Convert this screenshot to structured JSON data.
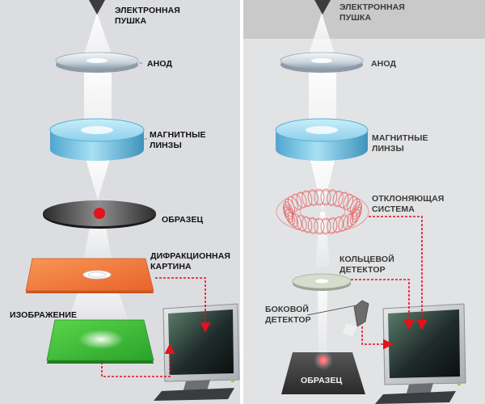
{
  "left_panel": {
    "labels": {
      "gun": [
        "ЭЛЕКТРОННАЯ",
        "ПУШКА"
      ],
      "anode": [
        "АНОД"
      ],
      "lenses": [
        "МАГНИТНЫЕ",
        "ЛИНЗЫ"
      ],
      "sample": [
        "ОБРАЗЕЦ"
      ],
      "diffraction": [
        "ДИФРАКЦИОННАЯ",
        "КАРТИНА"
      ],
      "image": [
        "ИЗОБРАЖЕНИЕ"
      ]
    }
  },
  "right_panel": {
    "labels": {
      "gun": [
        "ЭЛЕКТРОННАЯ",
        "ПУШКА"
      ],
      "anode": [
        "АНОД"
      ],
      "lenses": [
        "МАГНИТНЫЕ",
        "ЛИНЗЫ"
      ],
      "deflection": [
        "ОТКЛОНЯЮЩАЯ",
        "СИСТЕМА"
      ],
      "ring_detector": [
        "КОЛЬЦЕВОЙ",
        "ДЕТЕКТОР"
      ],
      "side_detector": [
        "БОКОВОЙ",
        "ДЕТЕКТОР"
      ],
      "sample": [
        "ОБРАЗЕЦ"
      ]
    }
  },
  "colors": {
    "background_left": "#dcdde0",
    "background_right": "#e2e3e5",
    "divider": "#ffffff",
    "lens": "#7cc6e6",
    "sample_dot": "#e3121c",
    "diffraction_plate": "#f07a3c",
    "image_plate": "#3ec13a",
    "signal_path": "#e3121c"
  }
}
